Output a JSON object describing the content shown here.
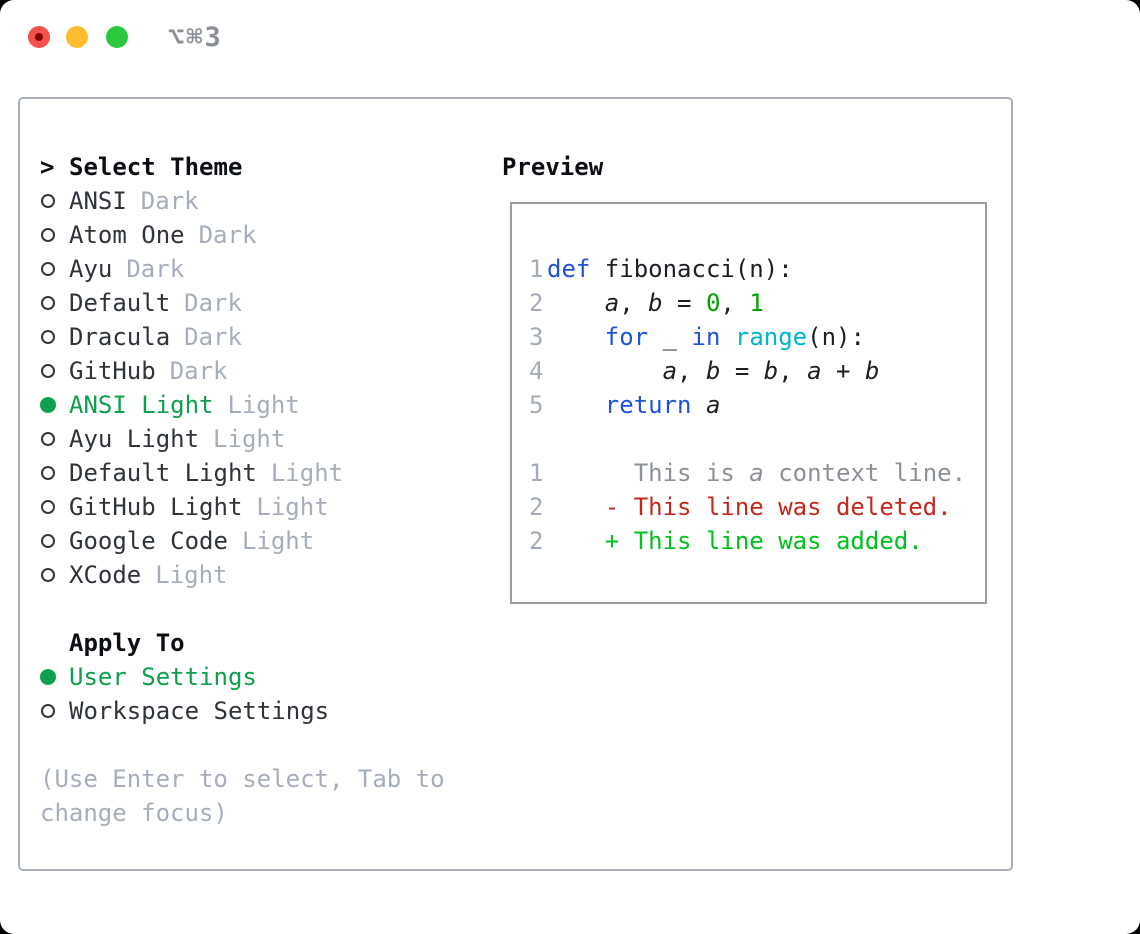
{
  "window": {
    "shortcut_label": "⌥⌘3",
    "traffic_lights": [
      "close",
      "minimize",
      "zoom"
    ]
  },
  "theme_panel": {
    "title_marker": ">",
    "title": "Select Theme",
    "themes": [
      {
        "name": "ANSI",
        "variant": "Dark",
        "selected": false
      },
      {
        "name": "Atom One",
        "variant": "Dark",
        "selected": false
      },
      {
        "name": "Ayu",
        "variant": "Dark",
        "selected": false
      },
      {
        "name": "Default",
        "variant": "Dark",
        "selected": false
      },
      {
        "name": "Dracula",
        "variant": "Dark",
        "selected": false
      },
      {
        "name": "GitHub",
        "variant": "Dark",
        "selected": false
      },
      {
        "name": "ANSI Light",
        "variant": "Light",
        "selected": true
      },
      {
        "name": "Ayu Light",
        "variant": "Light",
        "selected": false
      },
      {
        "name": "Default Light",
        "variant": "Light",
        "selected": false
      },
      {
        "name": "GitHub Light",
        "variant": "Light",
        "selected": false
      },
      {
        "name": "Google Code",
        "variant": "Light",
        "selected": false
      },
      {
        "name": "XCode",
        "variant": "Light",
        "selected": false
      }
    ],
    "apply_to": {
      "title": "Apply To",
      "options": [
        {
          "label": "User Settings",
          "selected": true
        },
        {
          "label": "Workspace Settings",
          "selected": false
        }
      ]
    },
    "hint": "(Use Enter to select, Tab to change focus)"
  },
  "preview": {
    "title": "Preview",
    "lines": [
      {
        "n": "1",
        "segs": [
          [
            "kw",
            "def "
          ],
          [
            "pl",
            "fibonacci(n):"
          ]
        ]
      },
      {
        "n": "2",
        "segs": [
          [
            "pl",
            "    "
          ],
          [
            "var",
            "a"
          ],
          [
            "pl",
            ", "
          ],
          [
            "var",
            "b"
          ],
          [
            "pl",
            " = "
          ],
          [
            "num",
            "0"
          ],
          [
            "pl",
            ", "
          ],
          [
            "num",
            "1"
          ]
        ]
      },
      {
        "n": "3",
        "segs": [
          [
            "pl",
            "    "
          ],
          [
            "kw",
            "for"
          ],
          [
            "pl",
            " _ "
          ],
          [
            "kw",
            "in"
          ],
          [
            "pl",
            " "
          ],
          [
            "fn",
            "range"
          ],
          [
            "pl",
            "(n):"
          ]
        ]
      },
      {
        "n": "4",
        "segs": [
          [
            "pl",
            "        "
          ],
          [
            "var",
            "a"
          ],
          [
            "pl",
            ", "
          ],
          [
            "var",
            "b"
          ],
          [
            "pl",
            " = "
          ],
          [
            "var",
            "b"
          ],
          [
            "pl",
            ", "
          ],
          [
            "var",
            "a"
          ],
          [
            "pl",
            " + "
          ],
          [
            "var",
            "b"
          ]
        ]
      },
      {
        "n": "5",
        "segs": [
          [
            "pl",
            "    "
          ],
          [
            "kw",
            "return "
          ],
          [
            "var",
            "a"
          ]
        ]
      },
      {
        "n": "",
        "segs": []
      },
      {
        "n": "1",
        "segs": [
          [
            "ctx",
            "      This is "
          ],
          [
            "ctxv",
            "a"
          ],
          [
            "ctx",
            " context line."
          ]
        ]
      },
      {
        "n": "2",
        "segs": [
          [
            "del",
            "    - This line was deleted."
          ]
        ]
      },
      {
        "n": "2",
        "segs": [
          [
            "add",
            "    + This line was added."
          ]
        ]
      }
    ]
  },
  "colors": {
    "accent_green": "#0da04c",
    "keyword_blue": "#1d53d8",
    "function_cyan": "#00b5c9",
    "literal_green": "#00a400",
    "diff_added_green": "#00c01d",
    "diff_deleted_red": "#c3281c",
    "muted_gray": "#a6aebb",
    "context_gray": "#8c9197",
    "panel_border": "#a9b0bc"
  }
}
